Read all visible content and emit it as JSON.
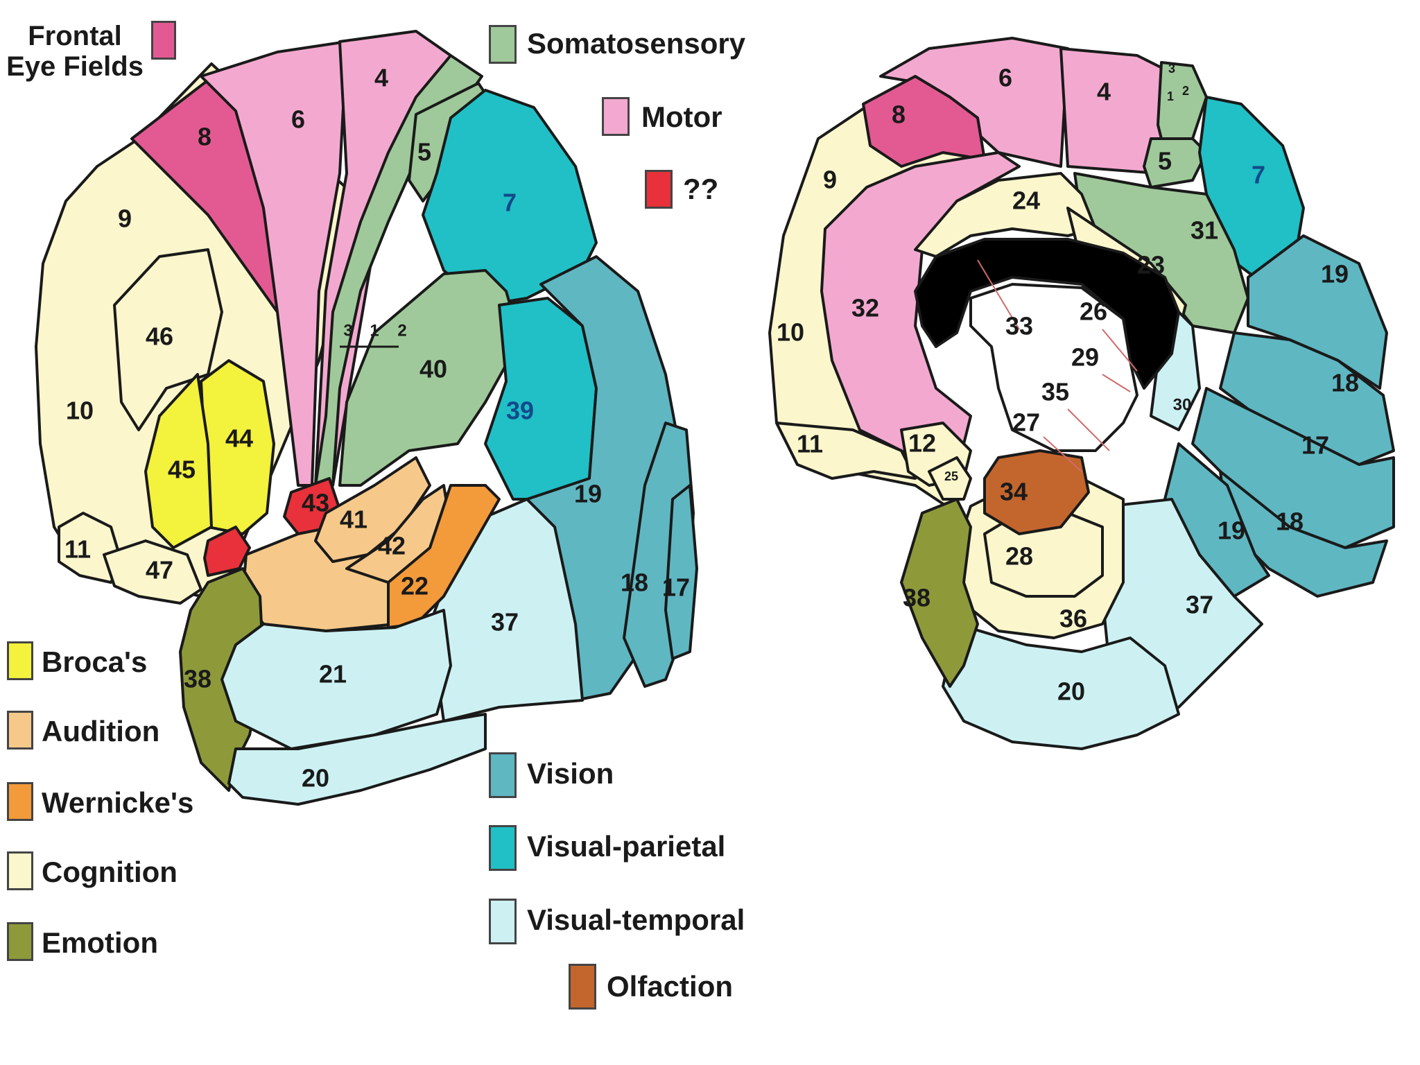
{
  "colors": {
    "frontal_eye": "#e35a92",
    "motor": "#f3a9cf",
    "somatosensory": "#9fc99a",
    "unknown": "#e8313a",
    "brocas": "#f3f23c",
    "audition": "#f6c98a",
    "wernickes": "#f39a3a",
    "cognition": "#fbf6cc",
    "emotion": "#8e9a3a",
    "vision": "#5fb7c2",
    "visual_parietal": "#20c0c6",
    "visual_temporal": "#cdf1f3",
    "olfaction": "#c3662e",
    "corpus": "#000000",
    "ventricle": "#ffffff"
  },
  "legend": {
    "frontal_eye_fields": "Frontal Eye Fields",
    "somatosensory": "Somatosensory",
    "motor": "Motor",
    "unknown": "??",
    "brocas": "Broca's",
    "audition": "Audition",
    "wernickes": "Wernicke's",
    "cognition": "Cognition",
    "emotion": "Emotion",
    "vision": "Vision",
    "visual_parietal": "Visual-parietal",
    "visual_temporal": "Visual-temporal",
    "olfaction": "Olfaction"
  },
  "lateral_labels": {
    "a4": "4",
    "a6": "6",
    "a8": "8",
    "a9": "9",
    "a5": "5",
    "a7": "7",
    "a3": "3",
    "a1": "1",
    "a2": "2",
    "a40": "40",
    "a39": "39",
    "a46": "46",
    "a10": "10",
    "a44": "44",
    "a45": "45",
    "a11": "11",
    "a47": "47",
    "a43": "43",
    "a41": "41",
    "a42": "42",
    "a22": "22",
    "a19": "19",
    "a18": "18",
    "a17": "17",
    "a37": "37",
    "a38": "38",
    "a21": "21",
    "a20": "20"
  },
  "medial_labels": {
    "a6": "6",
    "a4": "4",
    "a3": "3",
    "a1": "1",
    "a2": "2",
    "a8": "8",
    "a9": "9",
    "a5": "5",
    "a7": "7",
    "a24": "24",
    "a31": "31",
    "a23": "23",
    "a32": "32",
    "a19": "19",
    "a10": "10",
    "a33": "33",
    "a26": "26",
    "a29": "29",
    "a18": "18",
    "a35": "35",
    "a30": "30",
    "a27": "27",
    "a17": "17",
    "a11": "11",
    "a12": "12",
    "a25": "25",
    "a34": "34",
    "a19b": "19",
    "a18b": "18",
    "a28": "28",
    "a38": "38",
    "a37": "37",
    "a36": "36",
    "a20": "20"
  }
}
